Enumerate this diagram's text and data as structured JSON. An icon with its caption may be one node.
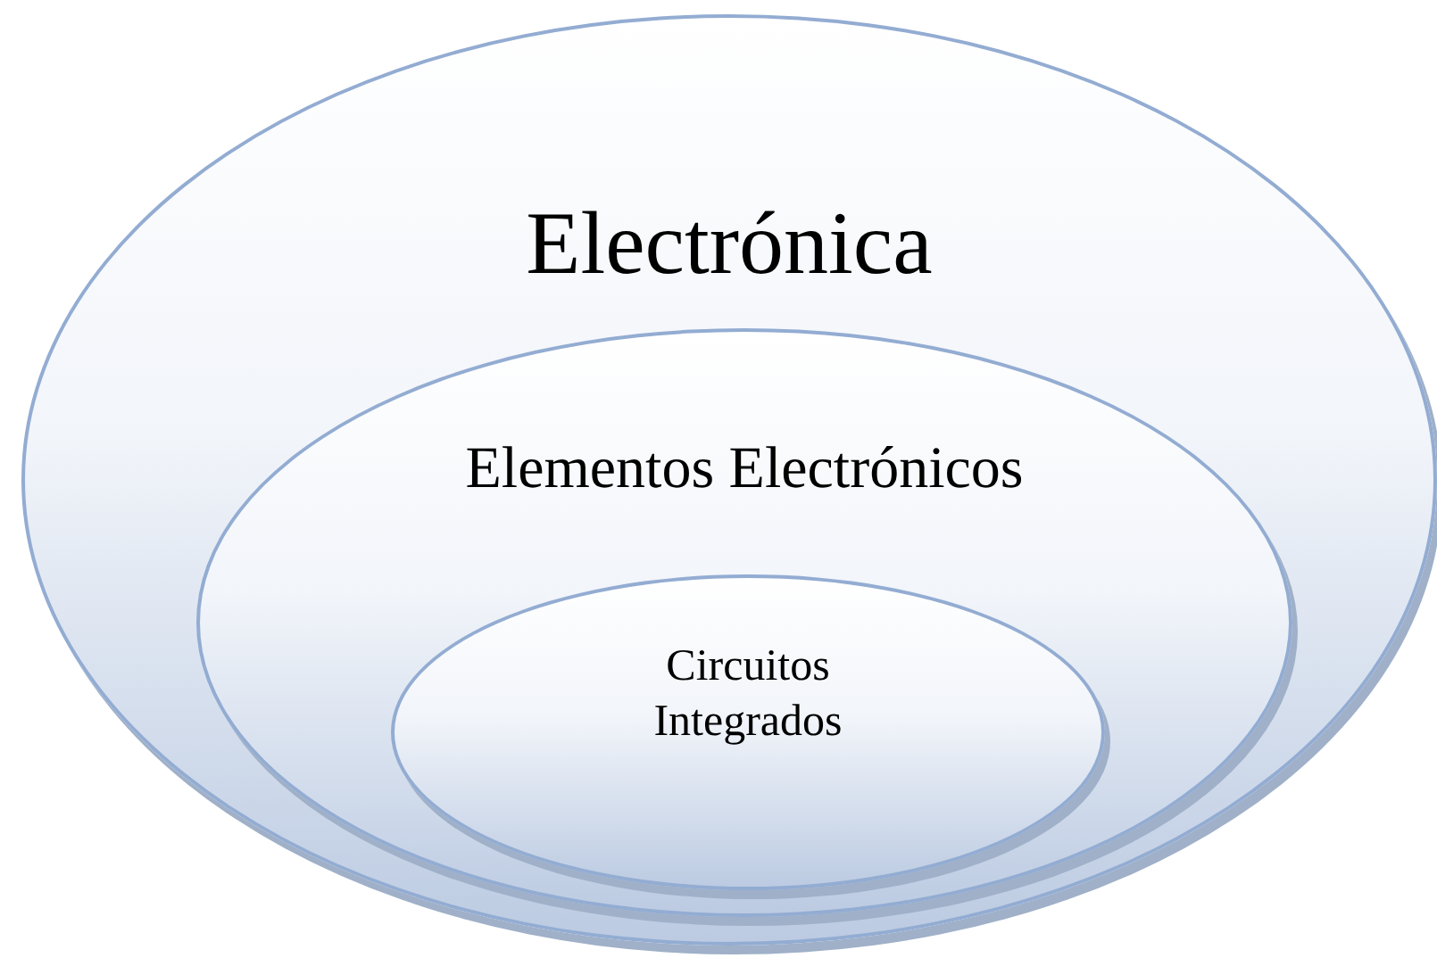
{
  "diagram": {
    "nodes": [
      {
        "text": [
          "Electrónica"
        ]
      },
      {
        "text": [
          "Elementos Electrónicos"
        ],
        "in": 0
      },
      {
        "text": [
          "Circuitos Integrados"
        ],
        "in": 1
      }
    ]
  }
}
